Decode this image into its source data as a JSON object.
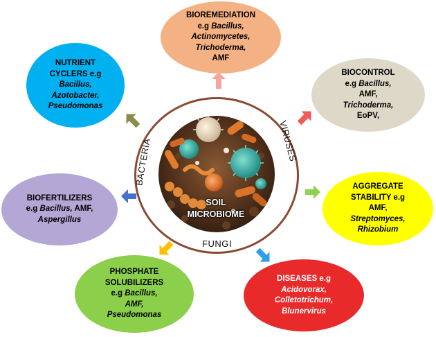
{
  "center": {
    "line1": "SOIL",
    "line2": "MICROBIOME"
  },
  "ring": {
    "left": "BACTERIA",
    "right": "VIRUSES",
    "bottom": "FUNGI"
  },
  "bubbles": {
    "bioremediation": {
      "l1": "BIOREMEDIATION",
      "l2a": "e.g ",
      "l2b": "Bacillus,",
      "l3": "Actinomycetes,",
      "l4": "Trichoderma,",
      "l5": "AMF",
      "color": "#f4b183"
    },
    "biocontrol": {
      "l1": "BIOCONTROL",
      "l2a": "e.g ",
      "l2b": "Bacillus,",
      "l3": "AMF,",
      "l4": "Trichoderma,",
      "l5": "EoPV,",
      "color": "#ddd8c8"
    },
    "aggregate": {
      "l1": "AGGREGATE",
      "l2": "STABILITY e.g",
      "l3": "AMF,",
      "l4": "Streptomyces,",
      "l5": "Rhizobium",
      "color": "#ffff00"
    },
    "diseases": {
      "l1": "DISEASES e.g",
      "l2": "Acidovorax,",
      "l3": "Colletotrichum,",
      "l4": "Blunervirus",
      "color": "#e82a2a"
    },
    "phosphate": {
      "l1": "PHOSPHATE",
      "l2": "SOLUBILIZERS",
      "l3a": "e.g ",
      "l3b": "Bacillus,",
      "l4": "AMF,",
      "l5": "Pseudomonas",
      "color": "#8ccf4a"
    },
    "biofertilizers": {
      "l1": "BIOFERTILIZERS",
      "l2a": "e.g ",
      "l2b": "Bacillus,",
      "l2c": " AMF,",
      "l3": "Aspergillus",
      "color": "#b4a7d6"
    },
    "nutrient": {
      "l1": "NUTRIENT",
      "l2": "CYCLERS e.g",
      "l3": "Bacillus,",
      "l4": "Azotobacter,",
      "l5": "Pseudomonas",
      "color": "#00b0f0"
    }
  },
  "arrows": {
    "bioremediation": {
      "color": "#f4a6a0"
    },
    "biocontrol": {
      "color": "#f05a5a"
    },
    "aggregate": {
      "color": "#92d050"
    },
    "diseases": {
      "color": "#2e9ee8"
    },
    "phosphate": {
      "color": "#ffc000"
    },
    "biofertilizers": {
      "color": "#4472c4"
    },
    "nutrient": {
      "color": "#8b8b4a"
    }
  }
}
